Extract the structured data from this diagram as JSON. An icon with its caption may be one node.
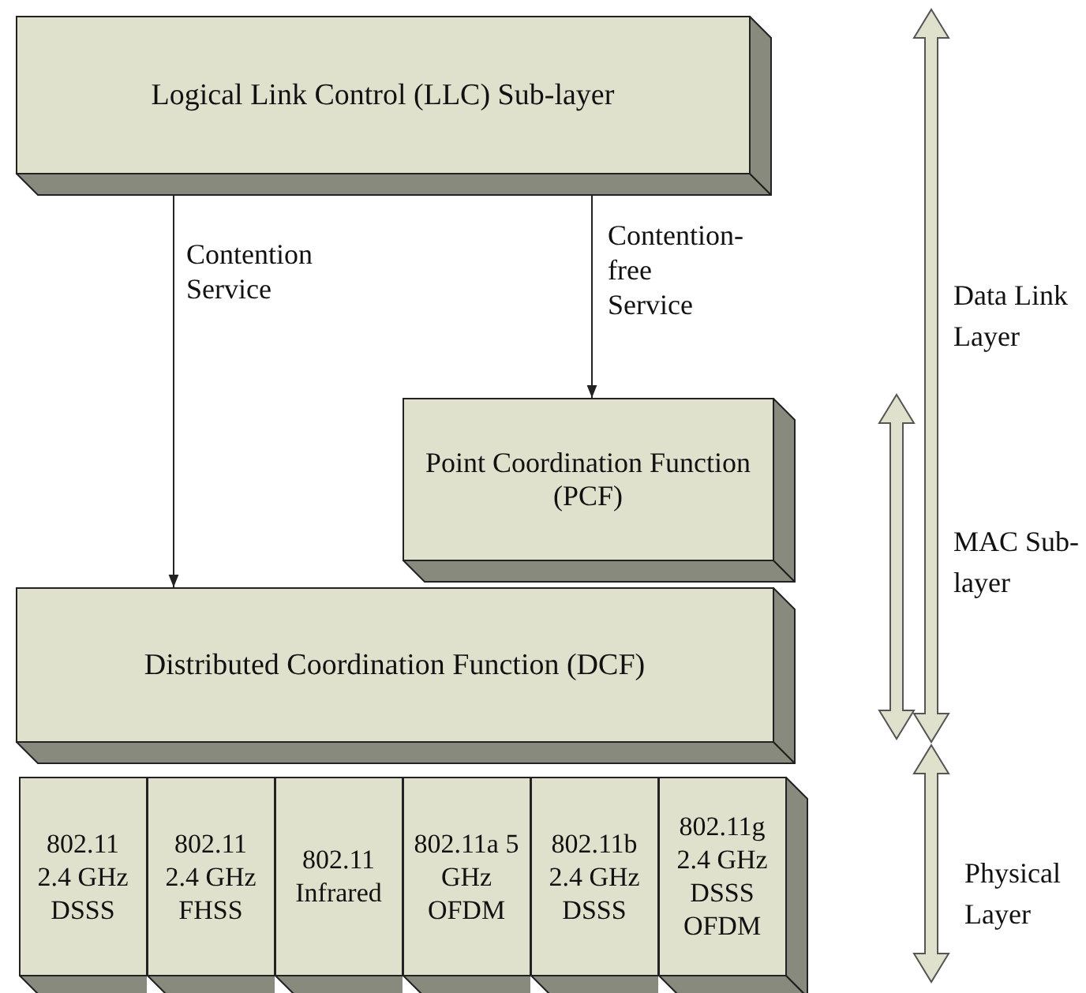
{
  "diagram": {
    "nodes": [
      {
        "text": [
          "Logical Link Control (LLC) Sub-layer"
        ]
      },
      {
        "text": [
          "Point Coordination Function (PCF)"
        ]
      },
      {
        "text": [
          "Distributed Coordination Function (DCF)"
        ]
      },
      {
        "text": [
          "802.11 2.4 GHz DSSS"
        ]
      },
      {
        "text": [
          "802.11 2.4 GHz FHSS"
        ]
      },
      {
        "text": [
          "802.11 Infrared"
        ]
      },
      {
        "text": [
          "802.11a 5 GHz OFDM"
        ]
      },
      {
        "text": [
          "802.11b 2.4 GHz DSSS"
        ]
      },
      {
        "text": [
          "802.11g 2.4 GHz DSSS OFDM"
        ]
      }
    ],
    "edges": [
      {
        "from": 0,
        "to": 2,
        "arrow": "to",
        "label": "Contention Service"
      },
      {
        "from": 0,
        "to": 1,
        "arrow": "to",
        "label": "Contention-free Service"
      }
    ],
    "labels": [
      "Data Link Layer",
      "MAC Sub-layer",
      "Physical Layer"
    ]
  }
}
